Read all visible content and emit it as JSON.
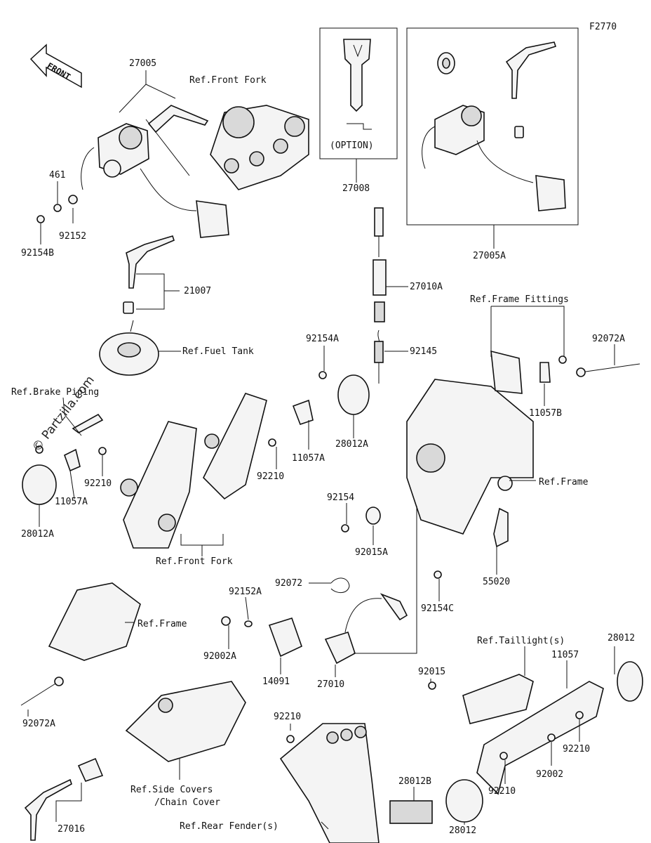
{
  "figure_code": "F2770",
  "front_arrow": "FRONT",
  "option_label": "(OPTION)",
  "watermark": "© Partzilla.com",
  "part_numbers": {
    "p27005": "27005",
    "p461": "461",
    "p92152": "92152",
    "p92154B": "92154B",
    "p21007": "21007",
    "p27008": "27008",
    "p27005A": "27005A",
    "p27010A": "27010A",
    "p92145": "92145",
    "p92154A": "92154A",
    "p28012A_mid": "28012A",
    "p11057A_mid": "11057A",
    "p92210_mid": "92210",
    "p28012A_left": "28012A",
    "p11057A_left": "11057A",
    "p92210_left": "92210",
    "p92072A_top": "92072A",
    "p11057B": "11057B",
    "p92154": "92154",
    "p92015A": "92015A",
    "p55020": "55020",
    "p92154C": "92154C",
    "p92152A": "92152A",
    "p92072": "92072",
    "p92002A": "92002A",
    "p14091": "14091",
    "p27010": "27010",
    "p92072A_bottom": "92072A",
    "p92015": "92015",
    "p11057": "11057",
    "p28012_right": "28012",
    "p92210_rear": "92210",
    "p28012B": "28012B",
    "p92210_r1": "92210",
    "p92002": "92002",
    "p92210_r2": "92210",
    "p28012_bottom": "28012",
    "p27016": "27016"
  },
  "references": {
    "front_fork_top": "Ref.Front Fork",
    "fuel_tank": "Ref.Fuel Tank",
    "brake_piping": "Ref.Brake Piping",
    "frame_fittings": "Ref.Frame Fittings",
    "frame_mid": "Ref.Frame",
    "front_fork_bottom": "Ref.Front Fork",
    "frame_left": "Ref.Frame",
    "taillights": "Ref.Taillight(s)",
    "side_covers_1": "Ref.Side Covers",
    "side_covers_2": "/Chain Cover",
    "rear_fender": "Ref.Rear Fender(s)"
  }
}
